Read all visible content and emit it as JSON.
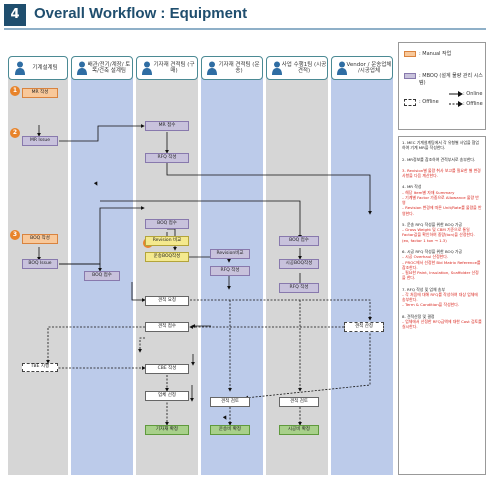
{
  "title": {
    "number": "4",
    "text": "Overall Workflow : Equipment"
  },
  "lanes": [
    {
      "label": "기계설계팀"
    },
    {
      "label": "배관/전기/계장/ 토목/건축 설계팀"
    },
    {
      "label": "기자재 견적팀 (구매)"
    },
    {
      "label": "기자재 견적팀 (운송)"
    },
    {
      "label": "사업 수행1팀 (시공 견적)"
    },
    {
      "label": "Vendor / 운송업체 /시공업체"
    }
  ],
  "legend": {
    "manual": ": Manual 작업",
    "mboq": ": MBOQ (설계 물량 관리 시스템)",
    "offline_box": ": Offline",
    "online": ": Online",
    "offline_arrow": ": Offline"
  },
  "steps": {
    "mr_write": "MR 작성",
    "mr_issue": "MR Issue",
    "mr_receive": "MR 접수",
    "rfq_write_purchase": "RFQ 작성",
    "boq_write": "BOQ 작성",
    "boq_issue": "BOQ Issue",
    "boq_receive_design": "BOQ 접수",
    "boq_receive_purchase": "BOQ 접수",
    "revision_compare": "Revision 비교",
    "transport_boq_write": "운송BOQ작성",
    "revision_compare_2": "Revision비교",
    "rfq_write_transport": "RFQ 작성",
    "boq_receive_construction": "BOQ 접수",
    "construction_boq_write": "시공BOQ작성",
    "rfq_write_construction": "RFQ 작성",
    "quote_request": "견적 요청",
    "quote_submit": "견적 산정",
    "quote_receive": "견적 접수",
    "tbe": "TBE 시행",
    "cbe_write": "CBE 작성",
    "nego_purchase": "업체 선정",
    "nego_transport": "견적 검토",
    "nego_construction": "견적 검토",
    "final_purchase": "기자재 확정",
    "final_transport": "운송비 확정",
    "final_construction": "시공비 확정"
  },
  "markers": [
    "1",
    "2",
    "3",
    "4"
  ],
  "notes": [
    {
      "head": "1. MEC 기계설계팀에서 각 유형별 사업을 협업하여 기계 MR을 작성한다."
    },
    {
      "head": "2. MR정보를 참조하여 견적부서로 송부한다."
    },
    {
      "head": "3. Revision별 물량 취사 보고를 필요한 별 변경사항을 다음 계산한다.",
      "alert": true
    },
    {
      "head": "4. MR 작성",
      "subs": [
        "– 해당 Item별 자재 Summary",
        "– 기계별 Factor 가중으로 Allowance 물량 반영",
        "– Revision 변경에 따른 Unit/Rate를 물량을 반영한다."
      ]
    },
    {
      "head": "5. 운송 RFQ 작성을 위한 BOQ 가공",
      "subs": [
        "– Gross Weight 및 CBM 기준으로 통일 Factor값을 확인하여 중량(ton)을 산정한다. (ex, factor 1 ton → 1.3)"
      ]
    },
    {
      "head": "6. 시공 RFQ 작성을 위한 BOQ 가공",
      "subs": [
        "– 시공 Overhaul 산정한다.",
        "– PROC에서 선정한 Bid Matrix Reference를 참조한다.",
        "– 필요한 Paint, Insulation, Scaffolder 산정을 한다."
      ]
    },
    {
      "head": "7. RFQ 작성 및 업체 송부",
      "subs": [
        "– 각 처음에 대해 RFQ를 작성하여 대상 업체에 송부한다.",
        "– Term & Condition을 작성한다."
      ]
    },
    {
      "head": "8. 견적산정 및 결정",
      "subs": [
        "– 업체에서 산정한 RFQ금액에 대한 Cost 검토를 실시한다."
      ]
    }
  ]
}
